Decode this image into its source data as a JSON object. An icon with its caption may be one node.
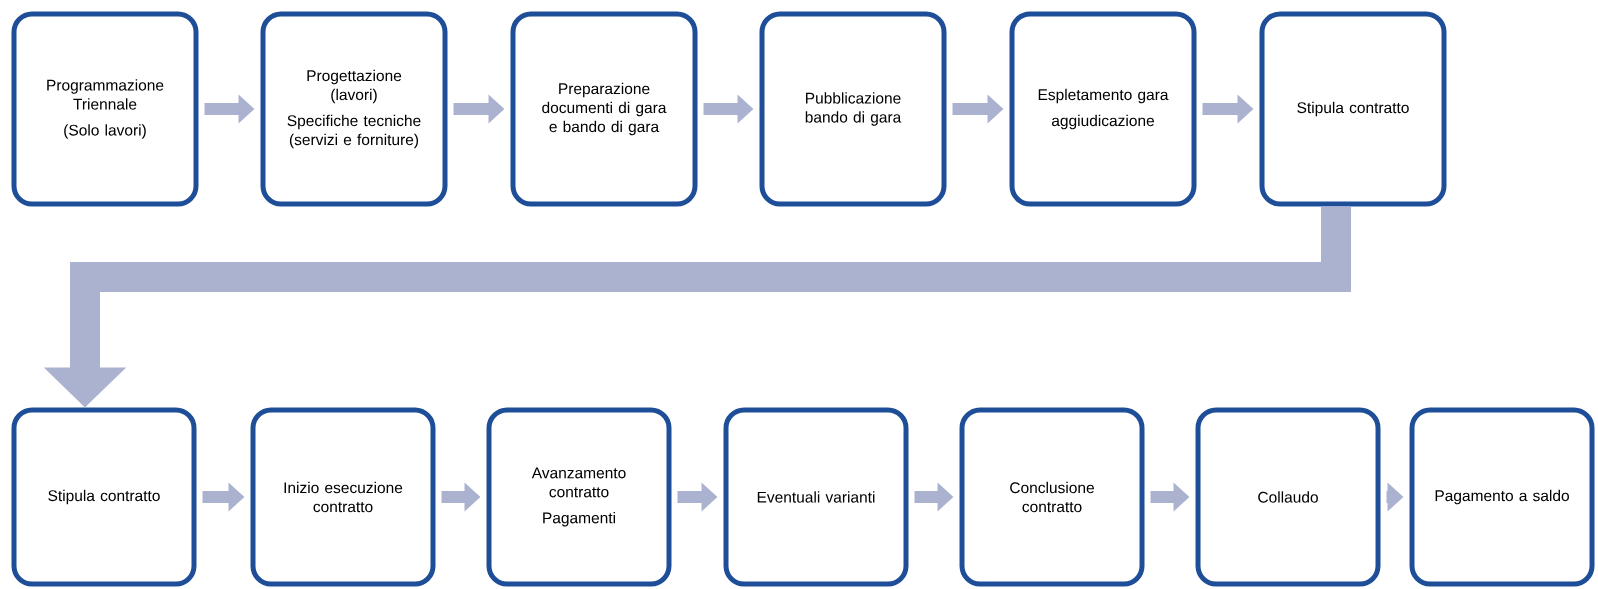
{
  "diagram": {
    "nodes": [
      {
        "text": [
          "Programmazione Triennale",
          "(Solo lavori)"
        ]
      },
      {
        "text": [
          "Progettazione (lavori)",
          "Specifiche tecniche (servizi e forniture)"
        ]
      },
      {
        "text": [
          "Preparazione documenti di gara e bando di gara"
        ]
      },
      {
        "text": [
          "Pubblicazione bando di gara"
        ]
      },
      {
        "text": [
          "Espletamento gara",
          "aggiudicazione"
        ]
      },
      {
        "text": [
          "Stipula contratto"
        ]
      },
      {
        "text": [
          "Stipula contratto"
        ]
      },
      {
        "text": [
          "Inizio esecuzione contratto"
        ]
      },
      {
        "text": [
          "Avanzamento contratto",
          "Pagamenti"
        ]
      },
      {
        "text": [
          "Eventuali varianti"
        ]
      },
      {
        "text": [
          "Conclusione contratto"
        ]
      },
      {
        "text": [
          "Collaudo"
        ]
      },
      {
        "text": [
          "Pagamento a saldo"
        ]
      }
    ],
    "edges": [
      {
        "from": 0,
        "to": 1,
        "arrow": "to"
      },
      {
        "from": 1,
        "to": 2,
        "arrow": "to"
      },
      {
        "from": 2,
        "to": 3,
        "arrow": "to"
      },
      {
        "from": 3,
        "to": 4,
        "arrow": "to"
      },
      {
        "from": 4,
        "to": 5,
        "arrow": "to"
      },
      {
        "from": 5,
        "to": 6,
        "arrow": "to",
        "style": "thick"
      },
      {
        "from": 6,
        "to": 7,
        "arrow": "to"
      },
      {
        "from": 7,
        "to": 8,
        "arrow": "to"
      },
      {
        "from": 8,
        "to": 9,
        "arrow": "to"
      },
      {
        "from": 9,
        "to": 10,
        "arrow": "to"
      },
      {
        "from": 10,
        "to": 11,
        "arrow": "to"
      },
      {
        "from": 11,
        "to": 12,
        "arrow": "to"
      }
    ]
  }
}
